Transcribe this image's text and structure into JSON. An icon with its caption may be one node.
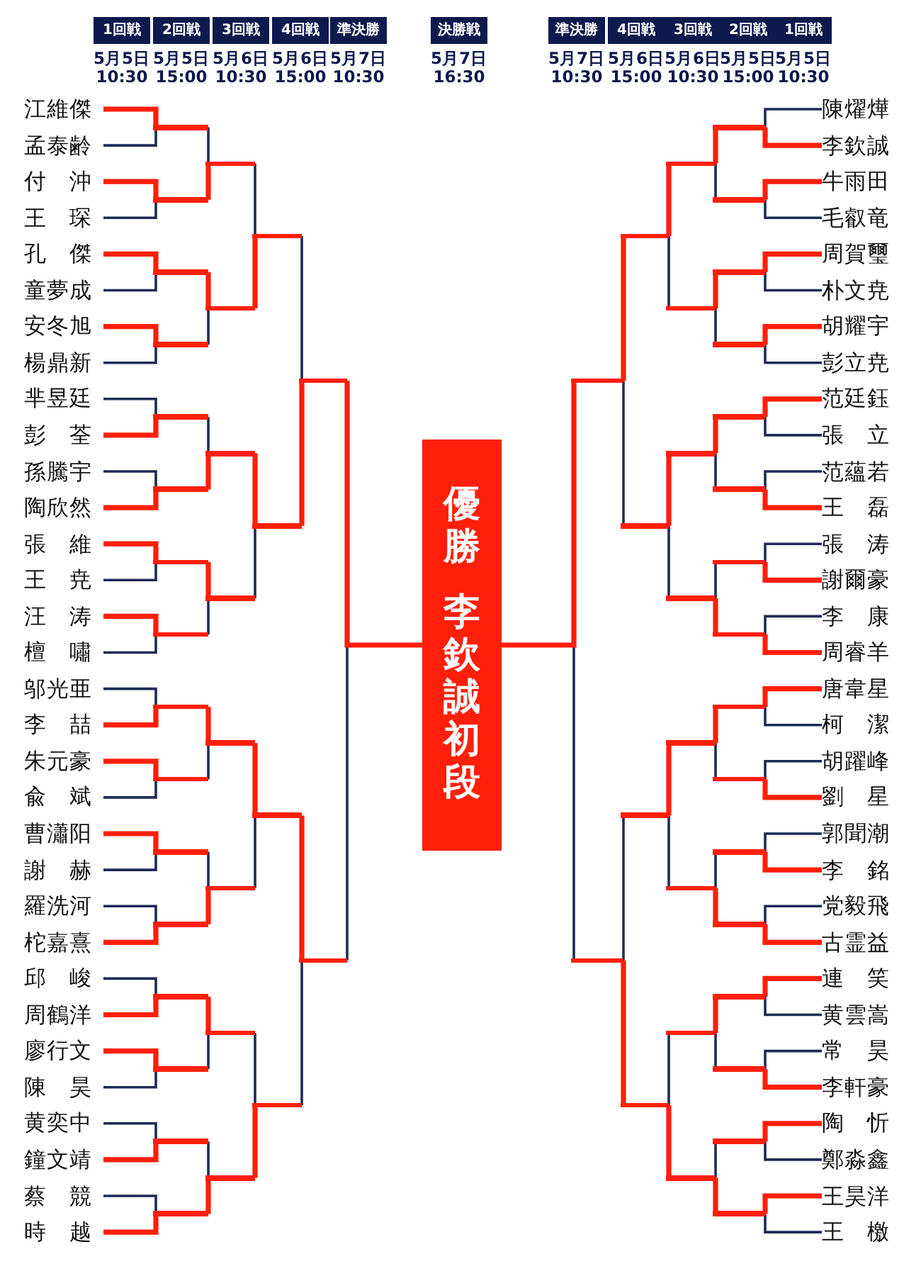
{
  "diagram": {
    "nodes": [
      {
        "text": [
          "1回戦"
        ],
        "beside": [
          "5月5日 10:30"
        ]
      },
      {
        "text": [
          "2回戦"
        ],
        "beside": [
          "5月5日 15:00"
        ]
      },
      {
        "text": [
          "3回戦"
        ],
        "beside": [
          "5月6日 10:30"
        ]
      },
      {
        "text": [
          "4回戦"
        ],
        "beside": [
          "5月6日 15:00"
        ]
      },
      {
        "text": [
          "準決勝"
        ],
        "beside": [
          "5月7日 10:30"
        ]
      },
      {
        "text": [
          "決勝戦"
        ],
        "beside": [
          "5月7日 16:30"
        ]
      },
      {
        "text": [
          "準決勝"
        ],
        "beside": [
          "5月7日 10:30"
        ]
      },
      {
        "text": [
          "4回戦"
        ],
        "beside": [
          "5月6日 15:00"
        ]
      },
      {
        "text": [
          "3回戦"
        ],
        "beside": [
          "5月6日 10:30"
        ]
      },
      {
        "text": [
          "2回戦"
        ],
        "beside": [
          "5月5日 15:00"
        ]
      },
      {
        "text": [
          "1回戦"
        ],
        "beside": [
          "5月5日 10:30"
        ]
      },
      {
        "text": [
          "優勝",
          "李欽誠初段"
        ]
      },
      {
        "text": [
          "江維傑"
        ]
      },
      {
        "text": [
          "孟泰齢"
        ]
      },
      {
        "text": [
          "付　沖"
        ]
      },
      {
        "text": [
          "王　琛"
        ]
      },
      {
        "text": [
          "孔　傑"
        ]
      },
      {
        "text": [
          "童夢成"
        ]
      },
      {
        "text": [
          "安冬旭"
        ]
      },
      {
        "text": [
          "楊鼎新"
        ]
      },
      {
        "text": [
          "芈昱廷"
        ]
      },
      {
        "text": [
          "彭　荃"
        ]
      },
      {
        "text": [
          "孫騰宇"
        ]
      },
      {
        "text": [
          "陶欣然"
        ]
      },
      {
        "text": [
          "張　維"
        ]
      },
      {
        "text": [
          "王　尭"
        ]
      },
      {
        "text": [
          "汪　涛"
        ]
      },
      {
        "text": [
          "檀　嘯"
        ]
      },
      {
        "text": [
          "邬光亜"
        ]
      },
      {
        "text": [
          "李　喆"
        ]
      },
      {
        "text": [
          "朱元豪"
        ]
      },
      {
        "text": [
          "兪　斌"
        ]
      },
      {
        "text": [
          "曹瀟阳"
        ]
      },
      {
        "text": [
          "謝　赫"
        ]
      },
      {
        "text": [
          "羅洗河"
        ]
      },
      {
        "text": [
          "柁嘉熹"
        ]
      },
      {
        "text": [
          "邱　峻"
        ]
      },
      {
        "text": [
          "周鶴洋"
        ]
      },
      {
        "text": [
          "廖行文"
        ]
      },
      {
        "text": [
          "陳　昊"
        ]
      },
      {
        "text": [
          "黄奕中"
        ]
      },
      {
        "text": [
          "鐘文靖"
        ]
      },
      {
        "text": [
          "蔡　競"
        ]
      },
      {
        "text": [
          "時　越"
        ]
      },
      {
        "text": [
          "陳燿燁"
        ]
      },
      {
        "text": [
          "李欽誠"
        ]
      },
      {
        "text": [
          "牛雨田"
        ]
      },
      {
        "text": [
          "毛叡竜"
        ]
      },
      {
        "text": [
          "周賀璽"
        ]
      },
      {
        "text": [
          "朴文尭"
        ]
      },
      {
        "text": [
          "胡耀宇"
        ]
      },
      {
        "text": [
          "彭立尭"
        ]
      },
      {
        "text": [
          "范廷鈺"
        ]
      },
      {
        "text": [
          "張　立"
        ]
      },
      {
        "text": [
          "范蘊若"
        ]
      },
      {
        "text": [
          "王　磊"
        ]
      },
      {
        "text": [
          "張　涛"
        ]
      },
      {
        "text": [
          "謝爾豪"
        ]
      },
      {
        "text": [
          "李　康"
        ]
      },
      {
        "text": [
          "周睿羊"
        ]
      },
      {
        "text": [
          "唐韋星"
        ]
      },
      {
        "text": [
          "柯　潔"
        ]
      },
      {
        "text": [
          "胡躍峰"
        ]
      },
      {
        "text": [
          "劉　星"
        ]
      },
      {
        "text": [
          "郭聞潮"
        ]
      },
      {
        "text": [
          "李　銘"
        ]
      },
      {
        "text": [
          "党毅飛"
        ]
      },
      {
        "text": [
          "古霊益"
        ]
      },
      {
        "text": [
          "連　笑"
        ]
      },
      {
        "text": [
          "黄雲嵩"
        ]
      },
      {
        "text": [
          "常　昊"
        ]
      },
      {
        "text": [
          "李軒豪"
        ]
      },
      {
        "text": [
          "陶　忻"
        ]
      },
      {
        "text": [
          "鄭淼鑫"
        ]
      },
      {
        "text": [
          "王昊洋"
        ]
      },
      {
        "text": [
          "王　檄"
        ]
      },
      {
        "text": [],
        "shape": "bar"
      },
      {
        "text": [],
        "shape": "bar"
      },
      {
        "text": [],
        "shape": "bar"
      },
      {
        "text": [],
        "shape": "bar"
      },
      {
        "text": [],
        "shape": "bar"
      },
      {
        "text": [],
        "shape": "bar"
      },
      {
        "text": [],
        "shape": "bar"
      },
      {
        "text": [],
        "shape": "bar"
      },
      {
        "text": [],
        "shape": "bar"
      },
      {
        "text": [],
        "shape": "bar"
      },
      {
        "text": [],
        "shape": "bar"
      },
      {
        "text": [],
        "shape": "bar"
      },
      {
        "text": [],
        "shape": "bar"
      },
      {
        "text": [],
        "shape": "bar"
      },
      {
        "text": [],
        "shape": "bar"
      },
      {
        "text": [],
        "shape": "bar"
      },
      {
        "text": [],
        "shape": "bar"
      },
      {
        "text": [],
        "shape": "bar"
      },
      {
        "text": [],
        "shape": "bar"
      },
      {
        "text": [],
        "shape": "bar"
      },
      {
        "text": [],
        "shape": "bar"
      },
      {
        "text": [],
        "shape": "bar"
      },
      {
        "text": [],
        "shape": "bar"
      },
      {
        "text": [],
        "shape": "bar"
      },
      {
        "text": [],
        "shape": "bar"
      },
      {
        "text": [],
        "shape": "bar"
      },
      {
        "text": [],
        "shape": "bar"
      },
      {
        "text": [],
        "shape": "bar"
      },
      {
        "text": [],
        "shape": "bar"
      },
      {
        "text": [],
        "shape": "bar"
      },
      {
        "text": [],
        "shape": "bar"
      },
      {
        "text": [],
        "shape": "bar"
      },
      {
        "text": [],
        "shape": "bar"
      },
      {
        "text": [],
        "shape": "bar"
      },
      {
        "text": [],
        "shape": "bar"
      },
      {
        "text": [],
        "shape": "bar"
      },
      {
        "text": [],
        "shape": "bar"
      },
      {
        "text": [],
        "shape": "bar"
      },
      {
        "text": [],
        "shape": "bar"
      },
      {
        "text": [],
        "shape": "bar"
      },
      {
        "text": [],
        "shape": "bar"
      },
      {
        "text": [],
        "shape": "bar"
      },
      {
        "text": [],
        "shape": "bar"
      },
      {
        "text": [],
        "shape": "bar"
      },
      {
        "text": [],
        "shape": "bar"
      },
      {
        "text": [],
        "shape": "bar"
      },
      {
        "text": [],
        "shape": "bar"
      },
      {
        "text": [],
        "shape": "bar"
      },
      {
        "text": [],
        "shape": "bar"
      },
      {
        "text": [],
        "shape": "bar"
      },
      {
        "text": [],
        "shape": "bar"
      },
      {
        "text": [],
        "shape": "bar"
      },
      {
        "text": [],
        "shape": "bar"
      },
      {
        "text": [],
        "shape": "bar"
      },
      {
        "text": [],
        "shape": "bar"
      },
      {
        "text": [],
        "shape": "bar"
      },
      {
        "text": [],
        "shape": "bar"
      },
      {
        "text": [],
        "shape": "bar"
      },
      {
        "text": [],
        "shape": "bar"
      },
      {
        "text": [],
        "shape": "bar"
      }
    ],
    "edges": [
      {
        "from": 12,
        "to": 76,
        "arrow": "none",
        "style": "thick"
      },
      {
        "from": 13,
        "to": 76,
        "arrow": "none",
        "color": "#1f2a55"
      },
      {
        "from": 14,
        "to": 77,
        "arrow": "none",
        "style": "thick"
      },
      {
        "from": 15,
        "to": 77,
        "arrow": "none",
        "color": "#1f2a55"
      },
      {
        "from": 16,
        "to": 78,
        "arrow": "none",
        "style": "thick"
      },
      {
        "from": 17,
        "to": 78,
        "arrow": "none",
        "color": "#1f2a55"
      },
      {
        "from": 18,
        "to": 79,
        "arrow": "none",
        "style": "thick"
      },
      {
        "from": 19,
        "to": 79,
        "arrow": "none",
        "color": "#1f2a55"
      },
      {
        "from": 20,
        "to": 80,
        "arrow": "none",
        "color": "#1f2a55"
      },
      {
        "from": 21,
        "to": 80,
        "arrow": "none",
        "style": "thick"
      },
      {
        "from": 22,
        "to": 81,
        "arrow": "none",
        "color": "#1f2a55"
      },
      {
        "from": 23,
        "to": 81,
        "arrow": "none",
        "style": "thick"
      },
      {
        "from": 24,
        "to": 82,
        "arrow": "none",
        "style": "thick"
      },
      {
        "from": 25,
        "to": 82,
        "arrow": "none",
        "color": "#1f2a55"
      },
      {
        "from": 26,
        "to": 83,
        "arrow": "none",
        "style": "thick"
      },
      {
        "from": 27,
        "to": 83,
        "arrow": "none",
        "color": "#1f2a55"
      },
      {
        "from": 28,
        "to": 84,
        "arrow": "none",
        "color": "#1f2a55"
      },
      {
        "from": 29,
        "to": 84,
        "arrow": "none",
        "style": "thick"
      },
      {
        "from": 30,
        "to": 85,
        "arrow": "none",
        "style": "thick"
      },
      {
        "from": 31,
        "to": 85,
        "arrow": "none",
        "color": "#1f2a55"
      },
      {
        "from": 32,
        "to": 86,
        "arrow": "none",
        "style": "thick"
      },
      {
        "from": 33,
        "to": 86,
        "arrow": "none",
        "color": "#1f2a55"
      },
      {
        "from": 34,
        "to": 87,
        "arrow": "none",
        "color": "#1f2a55"
      },
      {
        "from": 35,
        "to": 87,
        "arrow": "none",
        "style": "thick"
      },
      {
        "from": 36,
        "to": 88,
        "arrow": "none",
        "color": "#1f2a55"
      },
      {
        "from": 37,
        "to": 88,
        "arrow": "none",
        "style": "thick"
      },
      {
        "from": 38,
        "to": 89,
        "arrow": "none",
        "style": "thick"
      },
      {
        "from": 39,
        "to": 89,
        "arrow": "none",
        "color": "#1f2a55"
      },
      {
        "from": 40,
        "to": 90,
        "arrow": "none",
        "color": "#1f2a55"
      },
      {
        "from": 41,
        "to": 90,
        "arrow": "none",
        "style": "thick"
      },
      {
        "from": 42,
        "to": 91,
        "arrow": "none",
        "color": "#1f2a55"
      },
      {
        "from": 43,
        "to": 91,
        "arrow": "none",
        "style": "thick"
      },
      {
        "from": 76,
        "to": 92,
        "arrow": "none",
        "color": "#1f2a55"
      },
      {
        "from": 77,
        "to": 92,
        "arrow": "none",
        "style": "thick"
      },
      {
        "from": 78,
        "to": 93,
        "arrow": "none",
        "style": "thick"
      },
      {
        "from": 79,
        "to": 93,
        "arrow": "none",
        "color": "#1f2a55"
      },
      {
        "from": 80,
        "to": 94,
        "arrow": "none",
        "color": "#1f2a55"
      },
      {
        "from": 81,
        "to": 94,
        "arrow": "none",
        "style": "thick"
      },
      {
        "from": 82,
        "to": 95,
        "arrow": "none",
        "style": "thick"
      },
      {
        "from": 83,
        "to": 95,
        "arrow": "none",
        "color": "#1f2a55"
      },
      {
        "from": 84,
        "to": 96,
        "arrow": "none",
        "style": "thick"
      },
      {
        "from": 85,
        "to": 96,
        "arrow": "none",
        "color": "#1f2a55"
      },
      {
        "from": 86,
        "to": 97,
        "arrow": "none",
        "color": "#1f2a55"
      },
      {
        "from": 87,
        "to": 97,
        "arrow": "none",
        "style": "thick"
      },
      {
        "from": 88,
        "to": 98,
        "arrow": "none",
        "style": "thick"
      },
      {
        "from": 89,
        "to": 98,
        "arrow": "none",
        "color": "#1f2a55"
      },
      {
        "from": 90,
        "to": 99,
        "arrow": "none",
        "color": "#1f2a55"
      },
      {
        "from": 91,
        "to": 99,
        "arrow": "none",
        "style": "thick"
      },
      {
        "from": 92,
        "to": 100,
        "arrow": "none",
        "color": "#1f2a55"
      },
      {
        "from": 93,
        "to": 100,
        "arrow": "none",
        "style": "thick"
      },
      {
        "from": 94,
        "to": 101,
        "arrow": "none",
        "style": "thick"
      },
      {
        "from": 95,
        "to": 101,
        "arrow": "none",
        "color": "#1f2a55"
      },
      {
        "from": 96,
        "to": 102,
        "arrow": "none",
        "style": "thick"
      },
      {
        "from": 97,
        "to": 102,
        "arrow": "none",
        "color": "#1f2a55"
      },
      {
        "from": 98,
        "to": 103,
        "arrow": "none",
        "color": "#1f2a55"
      },
      {
        "from": 99,
        "to": 103,
        "arrow": "none",
        "style": "thick"
      },
      {
        "from": 100,
        "to": 104,
        "arrow": "none",
        "color": "#1f2a55"
      },
      {
        "from": 101,
        "to": 104,
        "arrow": "none",
        "style": "thick"
      },
      {
        "from": 102,
        "to": 105,
        "arrow": "none",
        "style": "thick"
      },
      {
        "from": 103,
        "to": 105,
        "arrow": "none",
        "color": "#1f2a55"
      },
      {
        "from": 104,
        "to": 11,
        "arrow": "none",
        "style": "thick"
      },
      {
        "from": 105,
        "to": 11,
        "arrow": "none",
        "color": "#1f2a55"
      },
      {
        "from": 44,
        "to": 106,
        "arrow": "none",
        "color": "#1f2a55"
      },
      {
        "from": 45,
        "to": 106,
        "arrow": "none",
        "style": "thick"
      },
      {
        "from": 46,
        "to": 107,
        "arrow": "none",
        "style": "thick"
      },
      {
        "from": 47,
        "to": 107,
        "arrow": "none",
        "color": "#1f2a55"
      },
      {
        "from": 48,
        "to": 108,
        "arrow": "none",
        "style": "thick"
      },
      {
        "from": 49,
        "to": 108,
        "arrow": "none",
        "color": "#1f2a55"
      },
      {
        "from": 50,
        "to": 109,
        "arrow": "none",
        "style": "thick"
      },
      {
        "from": 51,
        "to": 109,
        "arrow": "none",
        "color": "#1f2a55"
      },
      {
        "from": 52,
        "to": 110,
        "arrow": "none",
        "style": "thick"
      },
      {
        "from": 53,
        "to": 110,
        "arrow": "none",
        "color": "#1f2a55"
      },
      {
        "from": 54,
        "to": 111,
        "arrow": "none",
        "color": "#1f2a55"
      },
      {
        "from": 55,
        "to": 111,
        "arrow": "none",
        "style": "thick"
      },
      {
        "from": 56,
        "to": 112,
        "arrow": "none",
        "color": "#1f2a55"
      },
      {
        "from": 57,
        "to": 112,
        "arrow": "none",
        "style": "thick"
      },
      {
        "from": 58,
        "to": 113,
        "arrow": "none",
        "color": "#1f2a55"
      },
      {
        "from": 59,
        "to": 113,
        "arrow": "none",
        "style": "thick"
      },
      {
        "from": 60,
        "to": 114,
        "arrow": "none",
        "style": "thick"
      },
      {
        "from": 61,
        "to": 114,
        "arrow": "none",
        "color": "#1f2a55"
      },
      {
        "from": 62,
        "to": 115,
        "arrow": "none",
        "color": "#1f2a55"
      },
      {
        "from": 63,
        "to": 115,
        "arrow": "none",
        "style": "thick"
      },
      {
        "from": 64,
        "to": 116,
        "arrow": "none",
        "color": "#1f2a55"
      },
      {
        "from": 65,
        "to": 116,
        "arrow": "none",
        "style": "thick"
      },
      {
        "from": 66,
        "to": 117,
        "arrow": "none",
        "color": "#1f2a55"
      },
      {
        "from": 67,
        "to": 117,
        "arrow": "none",
        "style": "thick"
      },
      {
        "from": 68,
        "to": 118,
        "arrow": "none",
        "style": "thick"
      },
      {
        "from": 69,
        "to": 118,
        "arrow": "none",
        "color": "#1f2a55"
      },
      {
        "from": 70,
        "to": 119,
        "arrow": "none",
        "color": "#1f2a55"
      },
      {
        "from": 71,
        "to": 119,
        "arrow": "none",
        "style": "thick"
      },
      {
        "from": 72,
        "to": 120,
        "arrow": "none",
        "style": "thick"
      },
      {
        "from": 73,
        "to": 120,
        "arrow": "none",
        "color": "#1f2a55"
      },
      {
        "from": 74,
        "to": 121,
        "arrow": "none",
        "style": "thick"
      },
      {
        "from": 75,
        "to": 121,
        "arrow": "none",
        "color": "#1f2a55"
      },
      {
        "from": 106,
        "to": 122,
        "arrow": "none",
        "style": "thick"
      },
      {
        "from": 107,
        "to": 122,
        "arrow": "none",
        "color": "#1f2a55"
      },
      {
        "from": 108,
        "to": 123,
        "arrow": "none",
        "style": "thick"
      },
      {
        "from": 109,
        "to": 123,
        "arrow": "none",
        "color": "#1f2a55"
      },
      {
        "from": 110,
        "to": 124,
        "arrow": "none",
        "style": "thick"
      },
      {
        "from": 111,
        "to": 124,
        "arrow": "none",
        "color": "#1f2a55"
      },
      {
        "from": 112,
        "to": 125,
        "arrow": "none",
        "color": "#1f2a55"
      },
      {
        "from": 113,
        "to": 125,
        "arrow": "none",
        "style": "thick"
      },
      {
        "from": 114,
        "to": 126,
        "arrow": "none",
        "style": "thick"
      },
      {
        "from": 115,
        "to": 126,
        "arrow": "none",
        "color": "#1f2a55"
      },
      {
        "from": 116,
        "to": 127,
        "arrow": "none",
        "color": "#1f2a55"
      },
      {
        "from": 117,
        "to": 127,
        "arrow": "none",
        "style": "thick"
      },
      {
        "from": 118,
        "to": 128,
        "arrow": "none",
        "style": "thick"
      },
      {
        "from": 119,
        "to": 128,
        "arrow": "none",
        "color": "#1f2a55"
      },
      {
        "from": 120,
        "to": 129,
        "arrow": "none",
        "color": "#1f2a55"
      },
      {
        "from": 121,
        "to": 129,
        "arrow": "none",
        "style": "thick"
      },
      {
        "from": 122,
        "to": 130,
        "arrow": "none",
        "style": "thick"
      },
      {
        "from": 123,
        "to": 130,
        "arrow": "none",
        "color": "#1f2a55"
      },
      {
        "from": 124,
        "to": 131,
        "arrow": "none",
        "style": "thick"
      },
      {
        "from": 125,
        "to": 131,
        "arrow": "none",
        "color": "#1f2a55"
      },
      {
        "from": 126,
        "to": 132,
        "arrow": "none",
        "style": "thick"
      },
      {
        "from": 127,
        "to": 132,
        "arrow": "none",
        "color": "#1f2a55"
      },
      {
        "from": 128,
        "to": 133,
        "arrow": "none",
        "color": "#1f2a55"
      },
      {
        "from": 129,
        "to": 133,
        "arrow": "none",
        "style": "thick"
      },
      {
        "from": 130,
        "to": 134,
        "arrow": "none",
        "style": "thick"
      },
      {
        "from": 131,
        "to": 134,
        "arrow": "none",
        "color": "#1f2a55"
      },
      {
        "from": 132,
        "to": 135,
        "arrow": "none",
        "color": "#1f2a55"
      },
      {
        "from": 133,
        "to": 135,
        "arrow": "none",
        "style": "thick"
      },
      {
        "from": 134,
        "to": 11,
        "arrow": "none",
        "style": "thick"
      },
      {
        "from": 135,
        "to": 11,
        "arrow": "none",
        "color": "#1f2a55"
      }
    ]
  }
}
